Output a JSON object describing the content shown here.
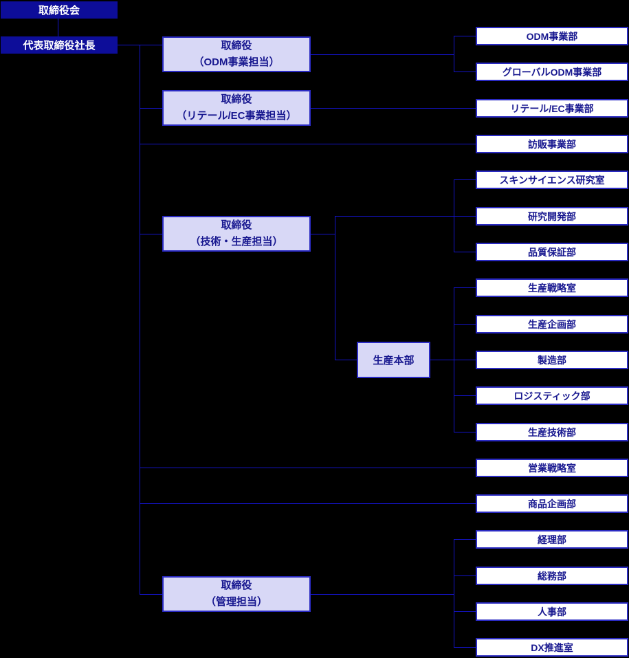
{
  "board": {
    "label": "取締役会"
  },
  "president": {
    "label": "代表取締役社長"
  },
  "directors": [
    {
      "line1": "取締役",
      "line2": "（ODM事業担当）"
    },
    {
      "line1": "取締役",
      "line2": "（リテール/EC事業担当）"
    },
    {
      "line1": "取締役",
      "line2": "（技術・生産担当）"
    },
    {
      "line1": "取締役",
      "line2": "（管理担当）"
    }
  ],
  "production_hq": {
    "label": "生産本部"
  },
  "departments": [
    "ODM事業部",
    "グローバルODM事業部",
    "リテール/EC事業部",
    "訪販事業部",
    "スキンサイエンス研究室",
    "研究開発部",
    "品質保証部",
    "生産戦略室",
    "生産企画部",
    "製造部",
    "ロジスティック部",
    "生産技術部",
    "営業戦略室",
    "商品企画部",
    "経理部",
    "総務部",
    "人事部",
    "DX推進室"
  ],
  "colors": {
    "background": "#000000",
    "box_dark": "#0d0d99",
    "box_light": "#d8d8f6",
    "box_border": "#2a2ac2",
    "connector": "#1414cc",
    "text_dark_box": "#ffffff",
    "text_light_box": "#17178f"
  }
}
